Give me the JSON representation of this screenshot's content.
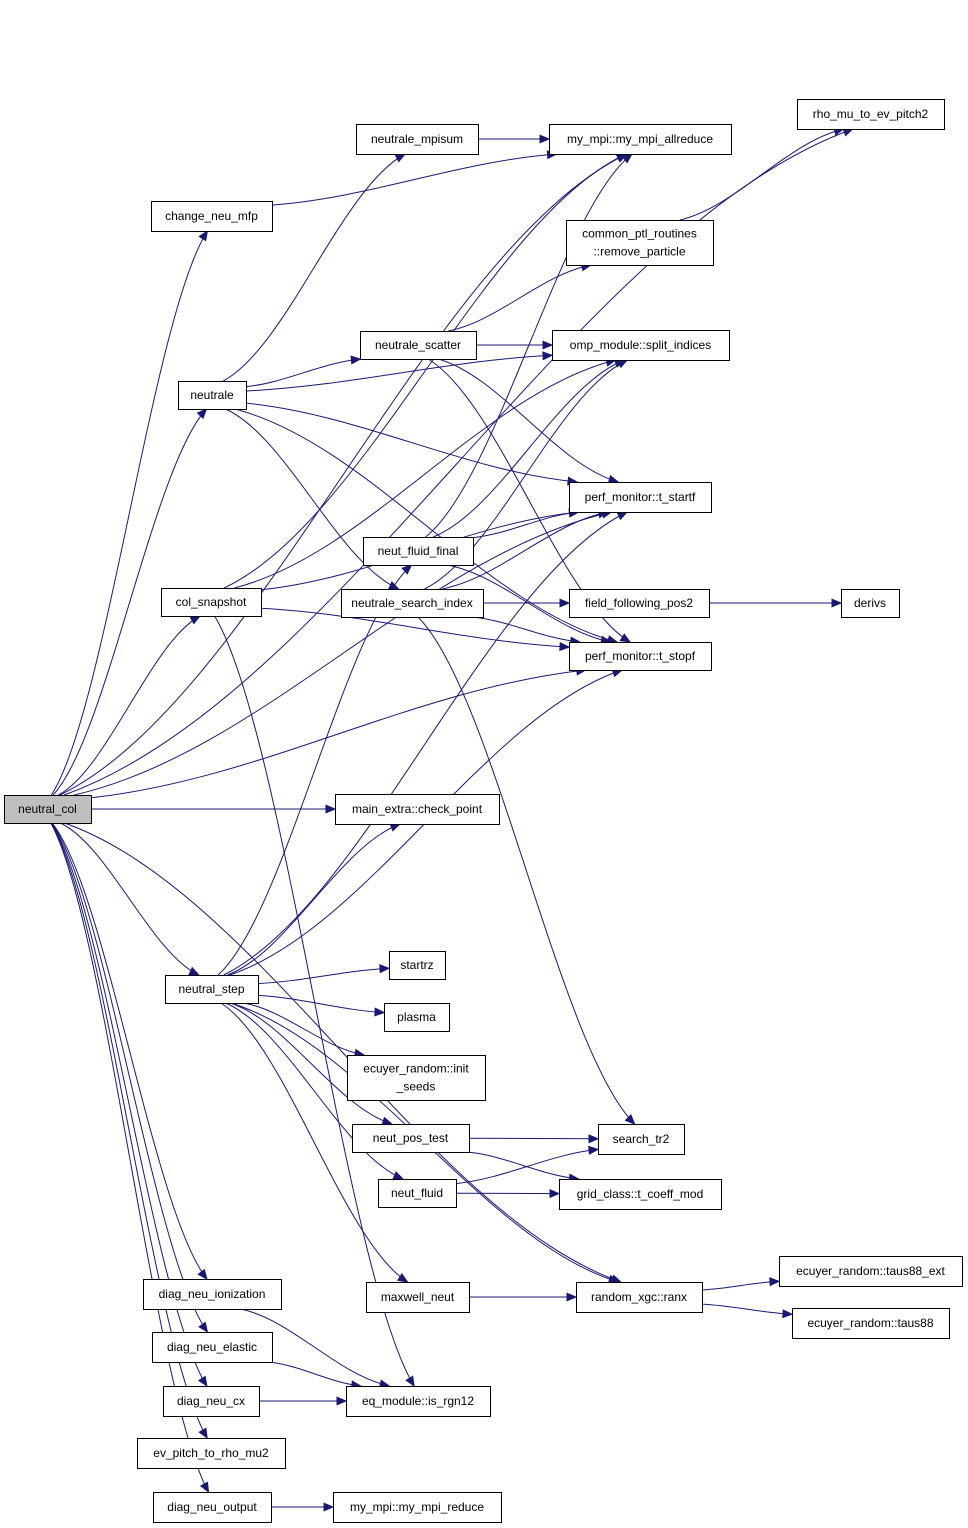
{
  "diagram": {
    "type": "call-graph",
    "root": "neutral_col",
    "edge_color": "#191970",
    "root_fill": "#bfbfbf",
    "nodes": [
      {
        "id": "neutral_col",
        "lines": [
          "neutral_col"
        ]
      },
      {
        "id": "rho_mu_to_ev_pitch2",
        "lines": [
          "rho_mu_to_ev_pitch2"
        ]
      },
      {
        "id": "my_mpi_allreduce",
        "lines": [
          "my_mpi::my_mpi_allreduce"
        ]
      },
      {
        "id": "neutrale_mpisum",
        "lines": [
          "neutrale_mpisum"
        ]
      },
      {
        "id": "change_neu_mfp",
        "lines": [
          "change_neu_mfp"
        ]
      },
      {
        "id": "remove_particle",
        "lines": [
          "common_ptl_routines",
          "::remove_particle"
        ]
      },
      {
        "id": "neutrale_scatter",
        "lines": [
          "neutrale_scatter"
        ]
      },
      {
        "id": "split_indices",
        "lines": [
          "omp_module::split_indices"
        ]
      },
      {
        "id": "neutrale",
        "lines": [
          "neutrale"
        ]
      },
      {
        "id": "t_startf",
        "lines": [
          "perf_monitor::t_startf"
        ]
      },
      {
        "id": "neut_fluid_final",
        "lines": [
          "neut_fluid_final"
        ]
      },
      {
        "id": "col_snapshot",
        "lines": [
          "col_snapshot"
        ]
      },
      {
        "id": "neutrale_search_index",
        "lines": [
          "neutrale_search_index"
        ]
      },
      {
        "id": "field_following_pos2",
        "lines": [
          "field_following_pos2"
        ]
      },
      {
        "id": "derivs",
        "lines": [
          "derivs"
        ]
      },
      {
        "id": "t_stopf",
        "lines": [
          "perf_monitor::t_stopf"
        ]
      },
      {
        "id": "check_point",
        "lines": [
          "main_extra::check_point"
        ]
      },
      {
        "id": "startrz",
        "lines": [
          "startrz"
        ]
      },
      {
        "id": "neutral_step",
        "lines": [
          "neutral_step"
        ]
      },
      {
        "id": "plasma",
        "lines": [
          "plasma"
        ]
      },
      {
        "id": "init_seeds",
        "lines": [
          "ecuyer_random::init",
          "_seeds"
        ]
      },
      {
        "id": "neut_pos_test",
        "lines": [
          "neut_pos_test"
        ]
      },
      {
        "id": "search_tr2",
        "lines": [
          "search_tr2"
        ]
      },
      {
        "id": "neut_fluid",
        "lines": [
          "neut_fluid"
        ]
      },
      {
        "id": "t_coeff_mod",
        "lines": [
          "grid_class::t_coeff_mod"
        ]
      },
      {
        "id": "taus88_ext",
        "lines": [
          "ecuyer_random::taus88_ext"
        ]
      },
      {
        "id": "diag_neu_ionization",
        "lines": [
          "diag_neu_ionization"
        ]
      },
      {
        "id": "maxwell_neut",
        "lines": [
          "maxwell_neut"
        ]
      },
      {
        "id": "ranx",
        "lines": [
          "random_xgc::ranx"
        ]
      },
      {
        "id": "taus88",
        "lines": [
          "ecuyer_random::taus88"
        ]
      },
      {
        "id": "diag_neu_elastic",
        "lines": [
          "diag_neu_elastic"
        ]
      },
      {
        "id": "diag_neu_cx",
        "lines": [
          "diag_neu_cx"
        ]
      },
      {
        "id": "is_rgn12",
        "lines": [
          "eq_module::is_rgn12"
        ]
      },
      {
        "id": "ev_pitch_to_rho_mu2",
        "lines": [
          "ev_pitch_to_rho_mu2"
        ]
      },
      {
        "id": "diag_neu_output",
        "lines": [
          "diag_neu_output"
        ]
      },
      {
        "id": "my_mpi_reduce",
        "lines": [
          "my_mpi::my_mpi_reduce"
        ]
      }
    ],
    "edges": [
      [
        "neutral_col",
        "rho_mu_to_ev_pitch2"
      ],
      [
        "neutral_col",
        "my_mpi_allreduce"
      ],
      [
        "neutral_col",
        "change_neu_mfp"
      ],
      [
        "neutral_col",
        "neutrale"
      ],
      [
        "neutral_col",
        "t_startf"
      ],
      [
        "neutral_col",
        "col_snapshot"
      ],
      [
        "neutral_col",
        "t_stopf"
      ],
      [
        "neutral_col",
        "check_point"
      ],
      [
        "neutral_col",
        "neutral_step"
      ],
      [
        "neutral_col",
        "ranx"
      ],
      [
        "neutral_col",
        "diag_neu_ionization"
      ],
      [
        "neutral_col",
        "diag_neu_elastic"
      ],
      [
        "neutral_col",
        "diag_neu_cx"
      ],
      [
        "neutral_col",
        "ev_pitch_to_rho_mu2"
      ],
      [
        "neutral_col",
        "diag_neu_output"
      ],
      [
        "change_neu_mfp",
        "my_mpi_allreduce"
      ],
      [
        "neutrale",
        "neutrale_mpisum"
      ],
      [
        "neutrale",
        "neutrale_scatter"
      ],
      [
        "neutrale",
        "split_indices"
      ],
      [
        "neutrale",
        "t_startf"
      ],
      [
        "neutrale",
        "neutrale_search_index"
      ],
      [
        "neutrale",
        "t_stopf"
      ],
      [
        "neutrale_mpisum",
        "my_mpi_allreduce"
      ],
      [
        "neutrale_scatter",
        "remove_particle"
      ],
      [
        "neutrale_scatter",
        "split_indices"
      ],
      [
        "neutrale_scatter",
        "t_startf"
      ],
      [
        "neutrale_scatter",
        "t_stopf"
      ],
      [
        "remove_particle",
        "rho_mu_to_ev_pitch2"
      ],
      [
        "neutrale_search_index",
        "split_indices"
      ],
      [
        "neutrale_search_index",
        "t_startf"
      ],
      [
        "neutrale_search_index",
        "field_following_pos2"
      ],
      [
        "neutrale_search_index",
        "t_stopf"
      ],
      [
        "neutrale_search_index",
        "search_tr2"
      ],
      [
        "field_following_pos2",
        "derivs"
      ],
      [
        "neut_fluid_final",
        "my_mpi_allreduce"
      ],
      [
        "neut_fluid_final",
        "split_indices"
      ],
      [
        "neut_fluid_final",
        "t_startf"
      ],
      [
        "neut_fluid_final",
        "t_stopf"
      ],
      [
        "col_snapshot",
        "my_mpi_allreduce"
      ],
      [
        "col_snapshot",
        "split_indices"
      ],
      [
        "col_snapshot",
        "t_startf"
      ],
      [
        "col_snapshot",
        "t_stopf"
      ],
      [
        "col_snapshot",
        "is_rgn12"
      ],
      [
        "neutral_step",
        "neut_fluid_final"
      ],
      [
        "neutral_step",
        "check_point"
      ],
      [
        "neutral_step",
        "t_startf"
      ],
      [
        "neutral_step",
        "t_stopf"
      ],
      [
        "neutral_step",
        "startrz"
      ],
      [
        "neutral_step",
        "plasma"
      ],
      [
        "neutral_step",
        "init_seeds"
      ],
      [
        "neutral_step",
        "neut_pos_test"
      ],
      [
        "neutral_step",
        "neut_fluid"
      ],
      [
        "neutral_step",
        "ranx"
      ],
      [
        "neutral_step",
        "maxwell_neut"
      ],
      [
        "neut_pos_test",
        "search_tr2"
      ],
      [
        "neut_pos_test",
        "t_coeff_mod"
      ],
      [
        "neut_fluid",
        "search_tr2"
      ],
      [
        "neut_fluid",
        "t_coeff_mod"
      ],
      [
        "maxwell_neut",
        "ranx"
      ],
      [
        "ranx",
        "taus88_ext"
      ],
      [
        "ranx",
        "taus88"
      ],
      [
        "diag_neu_ionization",
        "is_rgn12"
      ],
      [
        "diag_neu_elastic",
        "is_rgn12"
      ],
      [
        "diag_neu_cx",
        "is_rgn12"
      ],
      [
        "diag_neu_output",
        "my_mpi_reduce"
      ]
    ]
  }
}
